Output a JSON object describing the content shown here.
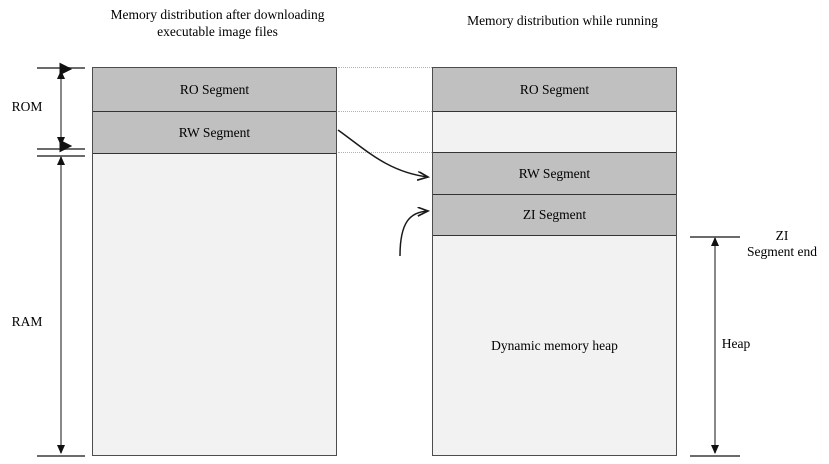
{
  "diagram": {
    "titles": {
      "left": "Memory distribution after downloading executable image files",
      "right": "Memory distribution while running"
    },
    "left_column": {
      "segments": [
        {
          "label": "RO Segment",
          "fill": "#c0c0c0"
        },
        {
          "label": "RW Segment",
          "fill": "#c0c0c0"
        },
        {
          "label": "",
          "fill": "#f2f2f2"
        }
      ]
    },
    "right_column": {
      "segments": [
        {
          "label": "RO Segment",
          "fill": "#c0c0c0"
        },
        {
          "label": "",
          "fill": "#f2f2f2"
        },
        {
          "label": "RW Segment",
          "fill": "#c0c0c0"
        },
        {
          "label": "ZI Segment",
          "fill": "#c0c0c0"
        },
        {
          "label": "Dynamic memory heap",
          "fill": "#f2f2f2"
        }
      ]
    },
    "brackets": {
      "rom": "ROM",
      "ram": "RAM",
      "zi_segment_end": "ZI\nSegment end",
      "heap": "Heap"
    },
    "colors": {
      "segment_gray": "#c0c0c0",
      "segment_light": "#f2f2f2",
      "box_border": "#4d4d4d",
      "guide_line": "#b3b3b3",
      "arrow": "#1a1a1a",
      "bracket": "#6b6b6b"
    }
  }
}
